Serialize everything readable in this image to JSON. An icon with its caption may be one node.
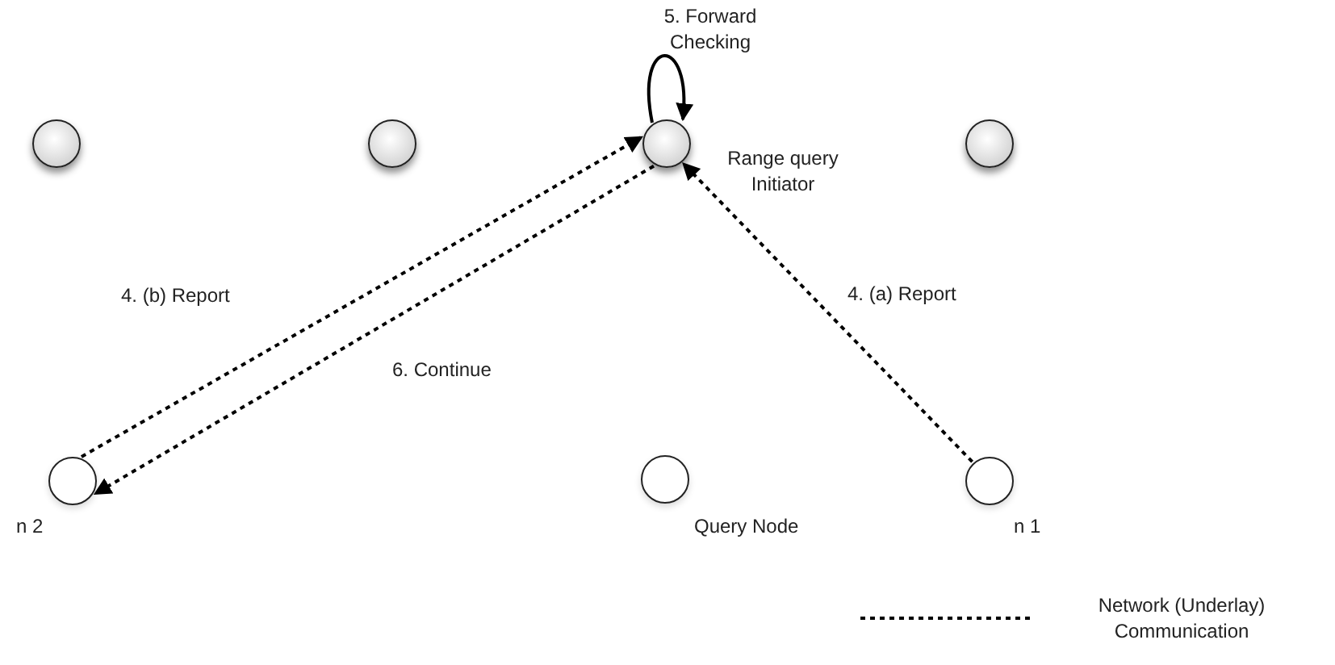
{
  "diagram": {
    "nodes": [
      {
        "text": [],
        "shape": "circle"
      },
      {
        "text": [],
        "shape": "circle"
      },
      {
        "text": [],
        "shape": "circle",
        "beside": [
          "Range query Initiator"
        ]
      },
      {
        "text": [],
        "shape": "circle"
      },
      {
        "text": [],
        "shape": "circle",
        "beside": [
          "n 2"
        ]
      },
      {
        "text": [],
        "shape": "circle",
        "beside": [
          "Query Node"
        ]
      },
      {
        "text": [],
        "shape": "circle",
        "beside": [
          "n 1"
        ]
      }
    ],
    "edges": [
      {
        "from": 2,
        "to": 2,
        "arrow": "to",
        "label": "5. Forward Checking"
      },
      {
        "from": 6,
        "to": 2,
        "arrow": "to",
        "label": "4. (a) Report",
        "style": "dashed"
      },
      {
        "from": 4,
        "to": 2,
        "arrow": "to",
        "label": "4. (b) Report",
        "style": "dashed"
      },
      {
        "from": 2,
        "to": 4,
        "arrow": "to",
        "label": "6. Continue",
        "style": "dashed"
      }
    ],
    "legend": [
      {
        "text": "Network (Underlay) Communication"
      }
    ]
  }
}
